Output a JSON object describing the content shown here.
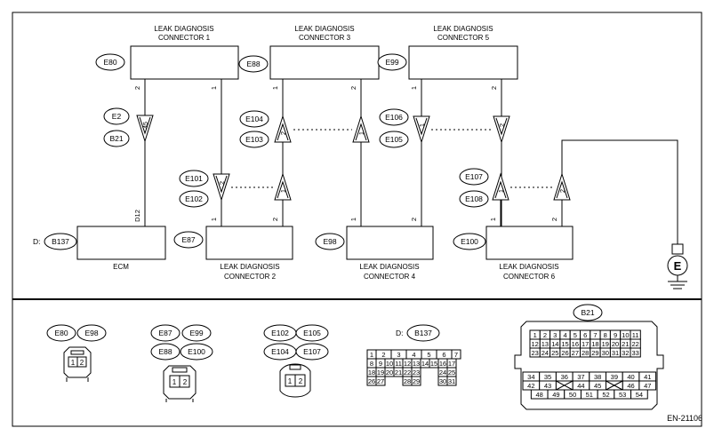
{
  "connectors": {
    "ldc1": {
      "title1": "LEAK DIAGNOSIS",
      "title2": "CONNECTOR 1",
      "tag": "E80"
    },
    "ldc3": {
      "title1": "LEAK DIAGNOSIS",
      "title2": "CONNECTOR 3",
      "tag": "E88"
    },
    "ldc5": {
      "title1": "LEAK DIAGNOSIS",
      "title2": "CONNECTOR 5",
      "tag": "E99"
    },
    "ecm": {
      "title": "ECM",
      "prefix": "D:",
      "tag": "B137"
    },
    "ldc2": {
      "title1": "LEAK DIAGNOSIS",
      "title2": "CONNECTOR 2",
      "tag": "E87"
    },
    "ldc4": {
      "title1": "LEAK DIAGNOSIS",
      "title2": "CONNECTOR 4",
      "tag": "E98"
    },
    "ldc6": {
      "title1": "LEAK DIAGNOSIS",
      "title2": "CONNECTOR 6",
      "tag": "E100"
    }
  },
  "pins": {
    "ldc1_a": "2",
    "ldc1_b": "1",
    "ldc3_a": "1",
    "ldc3_b": "2",
    "ldc5_a": "1",
    "ldc5_b": "2",
    "ecm_a": "D12",
    "ldc2_a": "1",
    "ldc2_b": "2",
    "ldc4_a": "1",
    "ldc4_b": "2",
    "ldc6_a": "1",
    "ldc6_b": "2"
  },
  "joints": {
    "j1": {
      "top": "E2",
      "bottom": "B21",
      "pin": "45"
    },
    "j2": {
      "top": "E101",
      "bottom": "E102",
      "pin_a": "2",
      "pin_b": "1"
    },
    "j3": {
      "top": "E104",
      "bottom": "E103",
      "pin_a": "2",
      "pin_b": "1"
    },
    "j4": {
      "top": "E106",
      "bottom": "E105",
      "pin_a": "1",
      "pin_b": "2"
    },
    "j5": {
      "top": "E107",
      "bottom": "E108",
      "pin_a": "1",
      "pin_b": "2"
    }
  },
  "ground_symbol": "E",
  "lower": {
    "g1": {
      "tags": [
        "E80",
        "E98"
      ],
      "pins": [
        "1",
        "2"
      ]
    },
    "g2": {
      "tags": [
        "E87",
        "E99",
        "E88",
        "E100"
      ],
      "pins": [
        "1",
        "2"
      ]
    },
    "g3": {
      "tags": [
        "E102",
        "E105",
        "E104",
        "E107"
      ],
      "pins": [
        "1",
        "2"
      ]
    },
    "g4": {
      "prefix": "D:",
      "tag": "B137",
      "rows": [
        [
          "1",
          "2",
          "3",
          "4",
          "5",
          "6",
          "7"
        ],
        [
          "8",
          "9",
          "10",
          "11",
          "12",
          "13",
          "14",
          "15",
          "16",
          "17"
        ],
        [
          "18",
          "19",
          "20",
          "21",
          "22",
          "23",
          "24",
          "25"
        ],
        [
          "26",
          "27",
          "28",
          "29",
          "30",
          "31"
        ]
      ]
    },
    "g5": {
      "tag": "B21",
      "rows": [
        [
          "1",
          "2",
          "3",
          "4",
          "5",
          "6",
          "7",
          "8",
          "9",
          "10",
          "11"
        ],
        [
          "12",
          "13",
          "14",
          "15",
          "16",
          "17",
          "18",
          "19",
          "20",
          "21",
          "22"
        ],
        [
          "23",
          "24",
          "25",
          "26",
          "27",
          "28",
          "29",
          "30",
          "31",
          "32",
          "33"
        ],
        [
          "34",
          "35",
          "36",
          "37",
          "38",
          "39",
          "40",
          "41"
        ],
        [
          "42",
          "43",
          "44",
          "45",
          "46",
          "47"
        ],
        [
          "48",
          "49",
          "50",
          "51",
          "52",
          "53",
          "54"
        ]
      ]
    }
  },
  "figure_id": "EN-21106"
}
